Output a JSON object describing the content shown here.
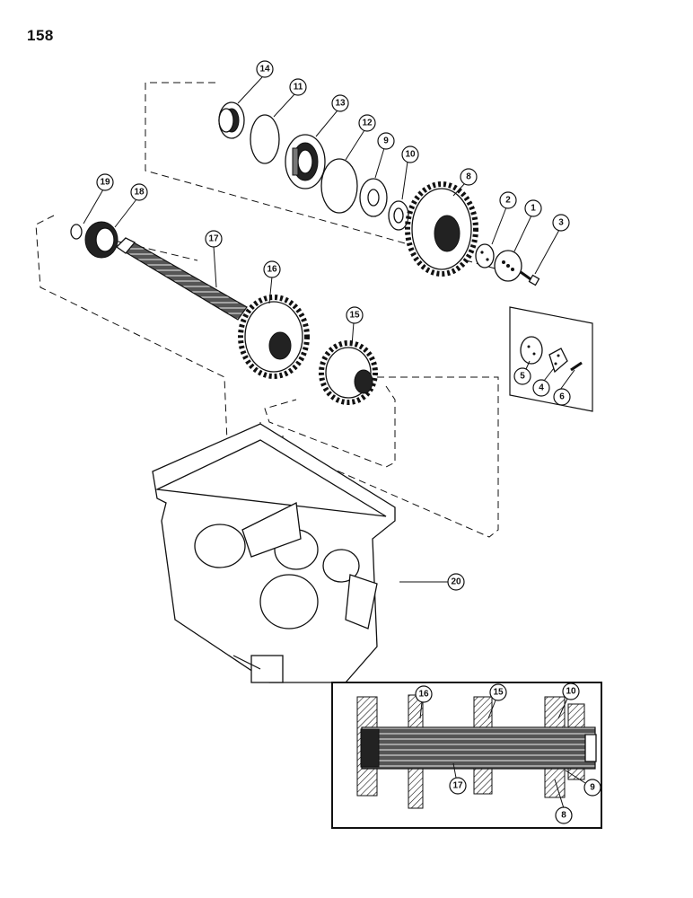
{
  "page": {
    "number": "158"
  },
  "callouts": {
    "p1": "1",
    "p2": "2",
    "p3": "3",
    "p4": "4",
    "p5": "5",
    "p6": "6",
    "p8": "8",
    "p9": "9",
    "p10": "10",
    "p11": "11",
    "p12": "12",
    "p13": "13",
    "p14": "14",
    "p15": "15",
    "p16": "16",
    "p17": "17",
    "p18": "18",
    "p19": "19",
    "p20": "20"
  },
  "inset_callouts": {
    "p16": "16",
    "p15": "15",
    "p10": "10",
    "p17": "17",
    "p9": "9",
    "p8": "8"
  }
}
